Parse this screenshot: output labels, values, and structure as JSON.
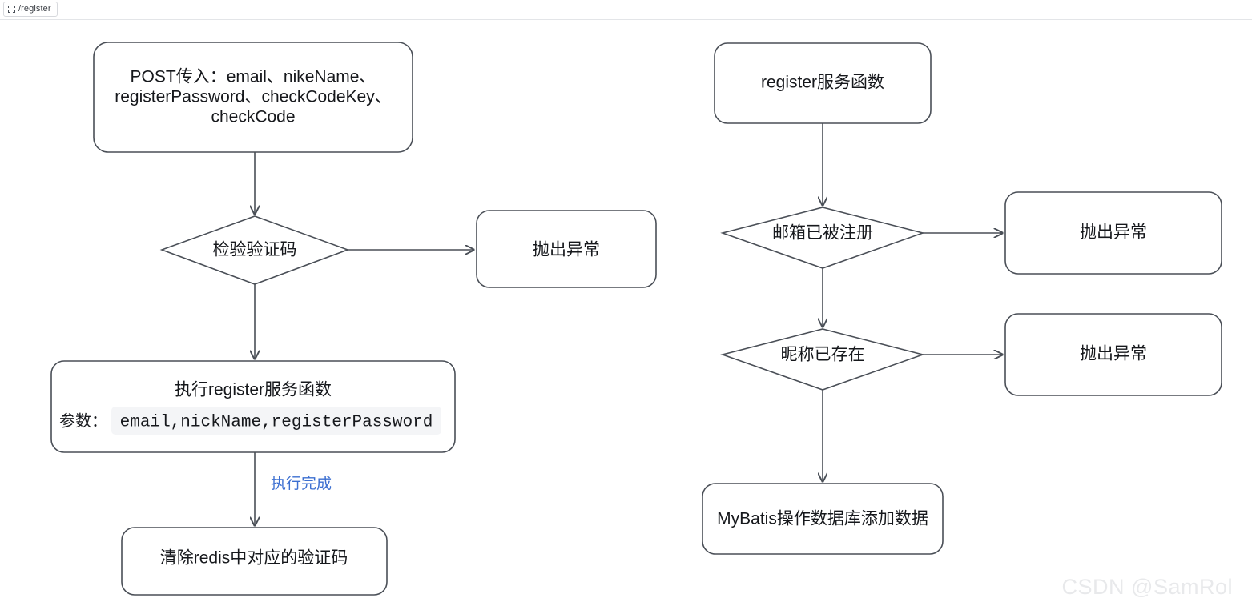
{
  "tab": {
    "icon": "frame-icon",
    "label": "/register"
  },
  "watermark": "CSDN @SamRol",
  "colors": {
    "stroke": "#4a4f57",
    "text": "#16181c",
    "edge_label": "#3c6fd1",
    "code_chip_bg": "#f4f5f7",
    "watermark": "#e8e9eb",
    "canvas_bg": "#ffffff"
  },
  "flowchart": {
    "left_column": {
      "post_box": {
        "line1": "POST传入：email、nikeName、",
        "line2": "registerPassword、checkCodeKey、",
        "line3": "checkCode"
      },
      "check_code_diamond": "检验验证码",
      "throw_exception_box": "抛出异常",
      "service_box": {
        "title": "执行register服务函数",
        "params_label": "参数：",
        "params_code": "email,nickName,registerPassword"
      },
      "done_edge_label": "执行完成",
      "clear_redis_box": "清除redis中对应的验证码"
    },
    "right_column": {
      "register_service_box": "register服务函数",
      "email_registered_diamond": "邮箱已被注册",
      "email_throw_box": "抛出异常",
      "nickname_exists_diamond": "昵称已存在",
      "nickname_throw_box": "抛出异常",
      "mybatis_box": "MyBatis操作数据库添加数据"
    }
  }
}
